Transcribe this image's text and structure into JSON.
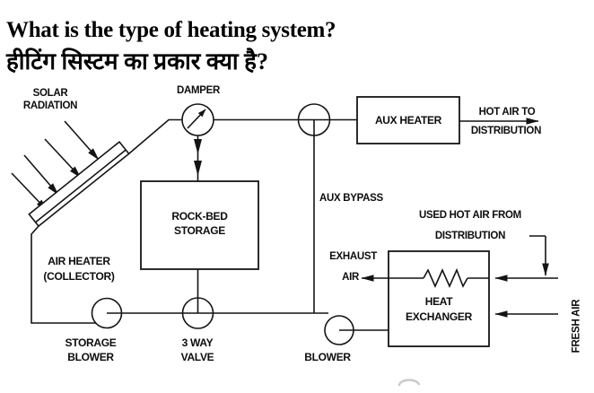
{
  "title": {
    "question_en": "What is the type of heating system?",
    "question_hi": "हीटिंग सिस्टम का प्रकार क्या है?"
  },
  "diagram": {
    "labels": {
      "solar_radiation": {
        "line1": "SOLAR",
        "line2": "RADIATION"
      },
      "damper": "DAMPER",
      "rock_bed_storage": {
        "line1": "ROCK-BED",
        "line2": "STORAGE"
      },
      "aux_heater": "AUX HEATER",
      "hot_air_to_distribution": {
        "line1": "HOT AIR TO",
        "line2": "DISTRIBUTION"
      },
      "aux_bypass": "AUX BYPASS",
      "used_hot_air": {
        "line1": "USED HOT AIR FROM",
        "line2": "DISTRIBUTION"
      },
      "exhaust_air": {
        "line1": "EXHAUST",
        "line2": "AIR"
      },
      "heat_exchanger": {
        "line1": "HEAT",
        "line2": "EXCHANGER"
      },
      "fresh_air": "FRESH AIR",
      "air_heater_collector": {
        "line1": "AIR HEATER",
        "line2": "(COLLECTOR)"
      },
      "storage_blower": {
        "line1": "STORAGE",
        "line2": "BLOWER"
      },
      "three_way_valve": {
        "line1": "3 WAY",
        "line2": "VALVE"
      },
      "blower": "BLOWER"
    },
    "colors": {
      "line": "#141414",
      "text": "#0d0d0d",
      "background": "#ffffff",
      "watermark": "#c9c9c9"
    }
  }
}
